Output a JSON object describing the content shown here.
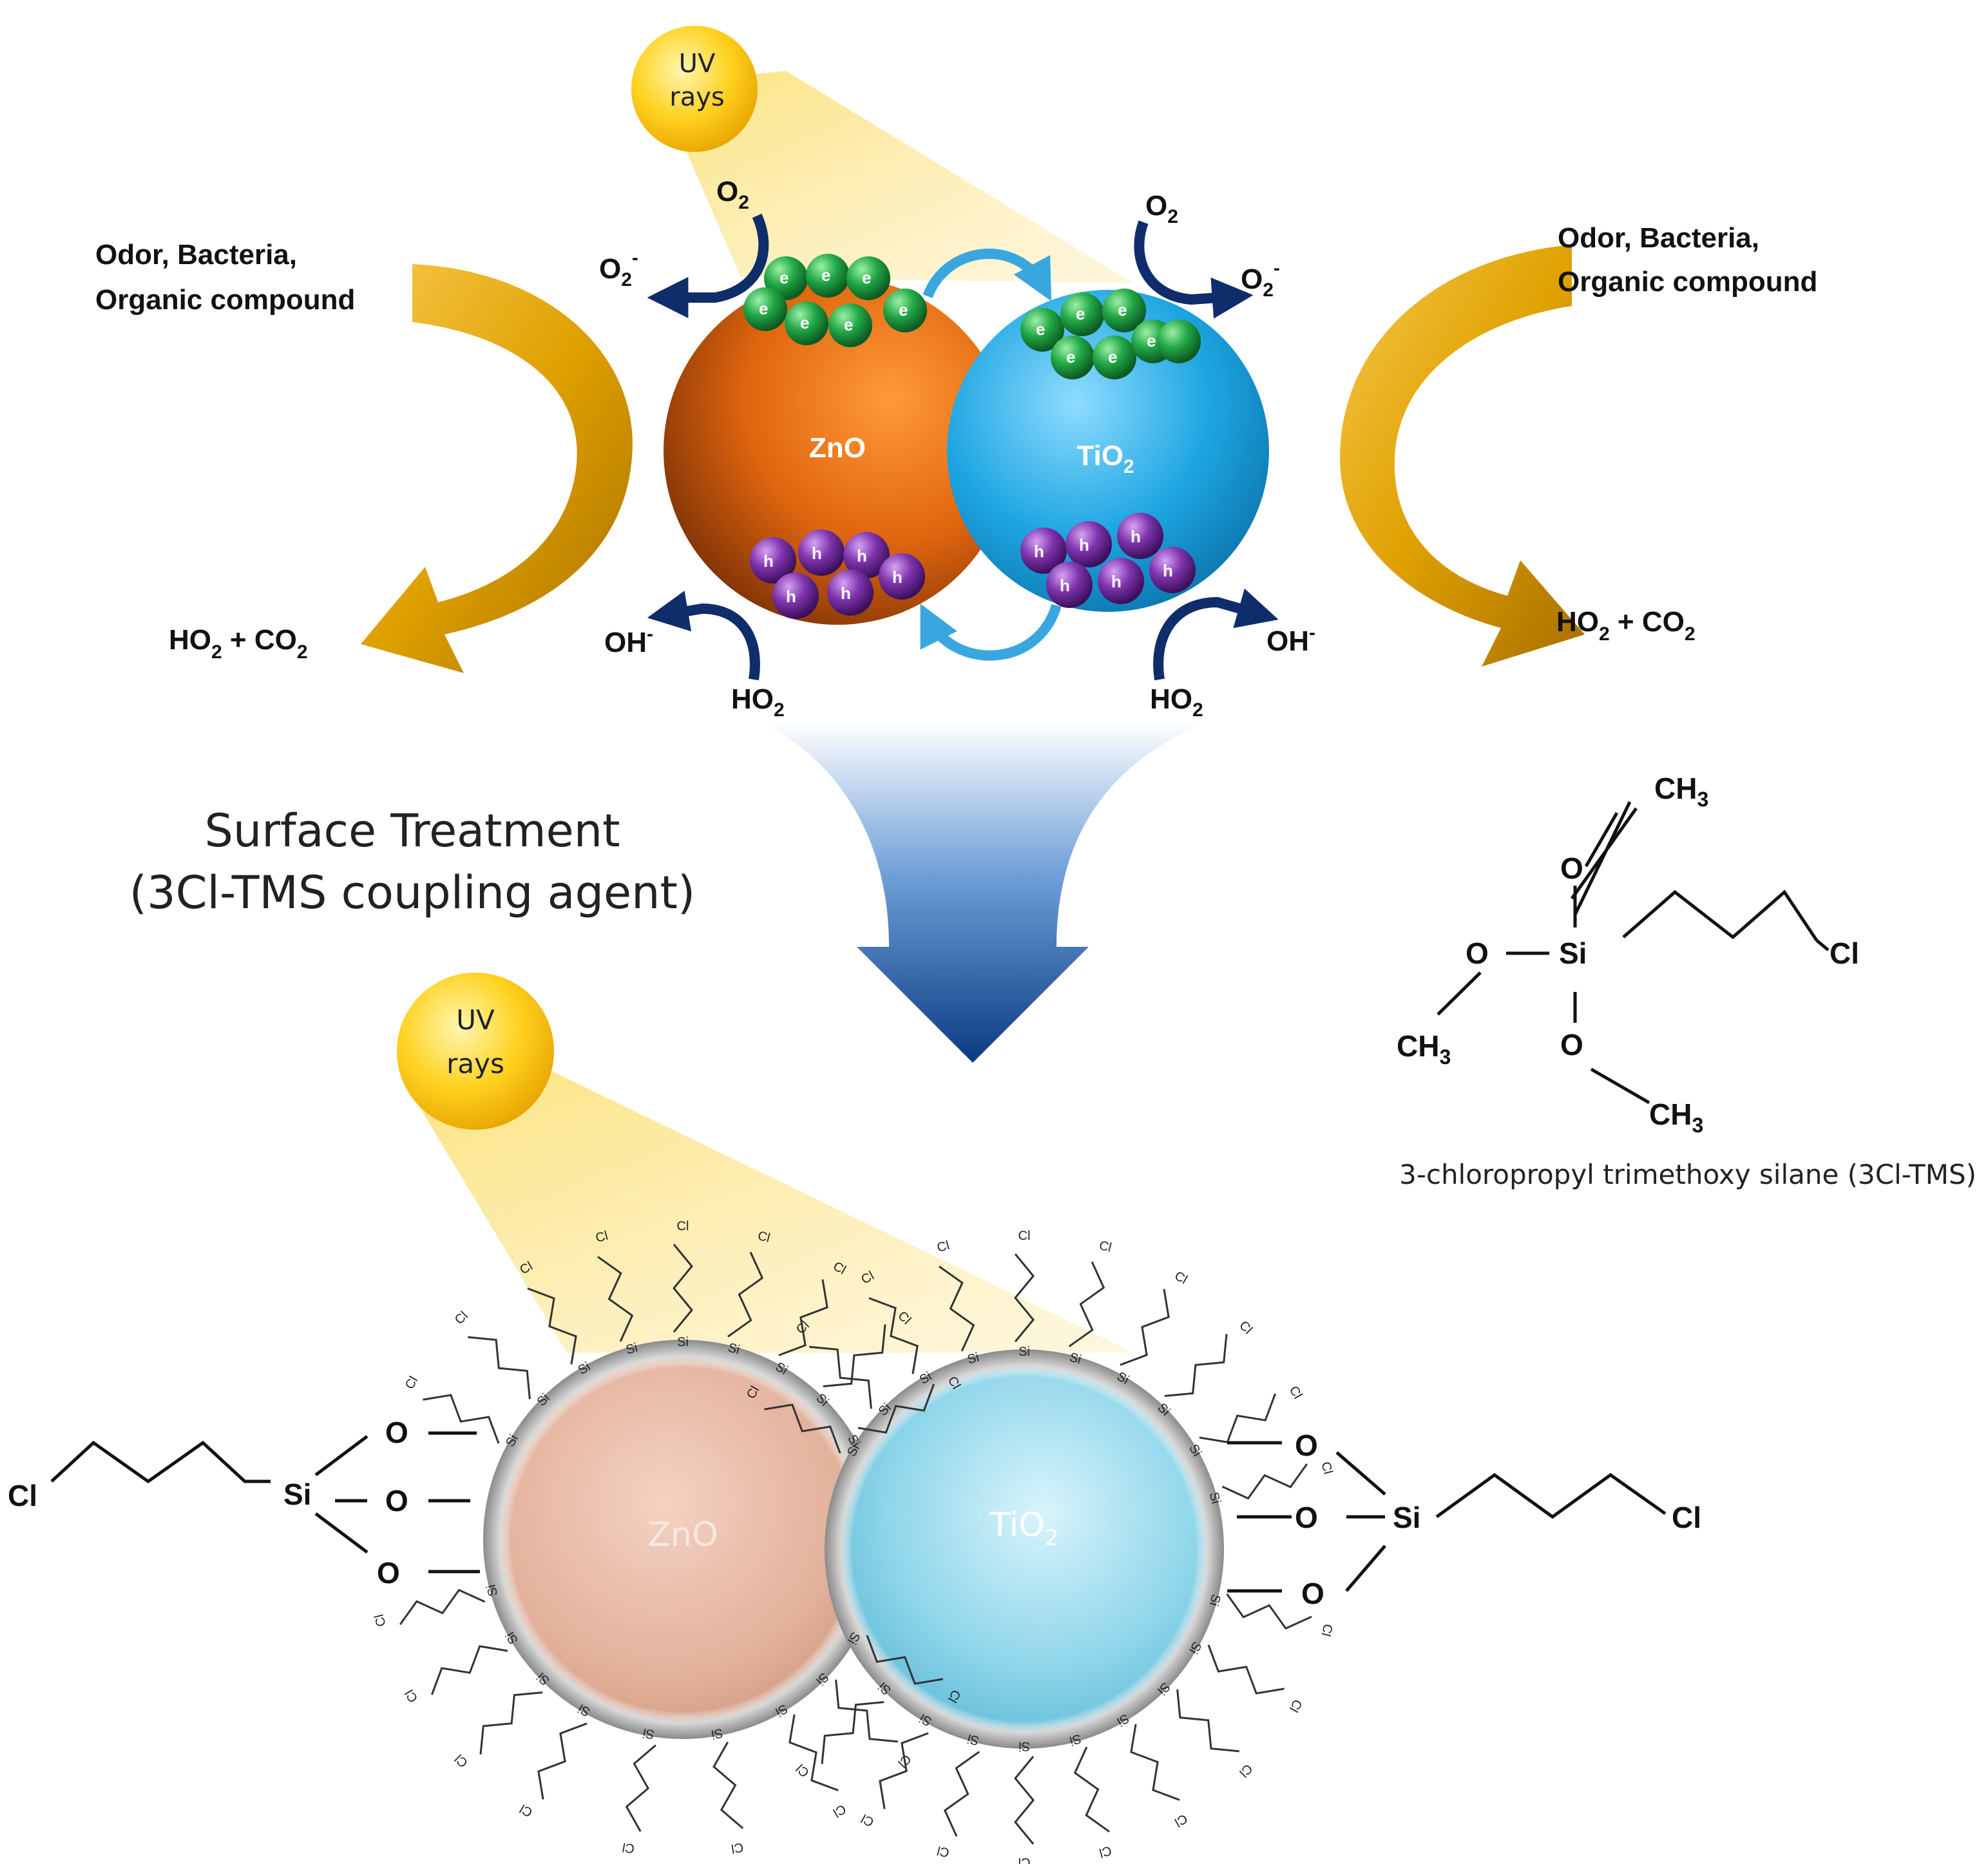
{
  "top_panel": {
    "uv_label_line1": "UV",
    "uv_label_line2": "rays",
    "left_inputs_line1": "Odor, Bacteria,",
    "left_inputs_line2": "Organic compound",
    "right_inputs_line1": "Odor, Bacteria,",
    "right_inputs_line2": "Organic compound",
    "left_product": "HO",
    "left_product_sub": "2",
    "left_product_plus": " + CO",
    "left_product_sub2": "2",
    "right_product": "HO",
    "right_product_sub": "2",
    "right_product_plus": " + CO",
    "right_product_sub2": "2",
    "o2_left": "O",
    "o2_right": "O",
    "o2_sub": "2",
    "o2_minus": "-",
    "oh_label": "OH",
    "ho2_label": "HO",
    "electron": "e",
    "hole": "h",
    "zno": "ZnO",
    "tio2_base": "TiO",
    "tio2_sub": "2"
  },
  "middle": {
    "treatment_line1": "Surface Treatment",
    "treatment_line2": "(3Cl-TMS coupling agent)"
  },
  "structure": {
    "ch3": "CH",
    "ch3_sub": "3",
    "o": "O",
    "si": "Si",
    "cl": "Cl",
    "caption": "3-chloropropyl trimethoxy silane (3Cl-TMS)"
  },
  "bottom_panel": {
    "uv_label_line1": "UV",
    "uv_label_line2": "rays",
    "zno": "ZnO",
    "tio2_base": "TiO",
    "tio2_sub": "2",
    "si": "Si",
    "o": "O",
    "cl": "Cl",
    "small_si": "Si",
    "small_cl": "Cl"
  },
  "colors": {
    "zno": "#e06a12",
    "tio2": "#1fa8e2",
    "electron": "#1f9a3e",
    "hole": "#7b2fa8",
    "uv": "#f5b800",
    "arrow_gold": "#e2a400",
    "arrow_blue": "#0d3d86"
  }
}
